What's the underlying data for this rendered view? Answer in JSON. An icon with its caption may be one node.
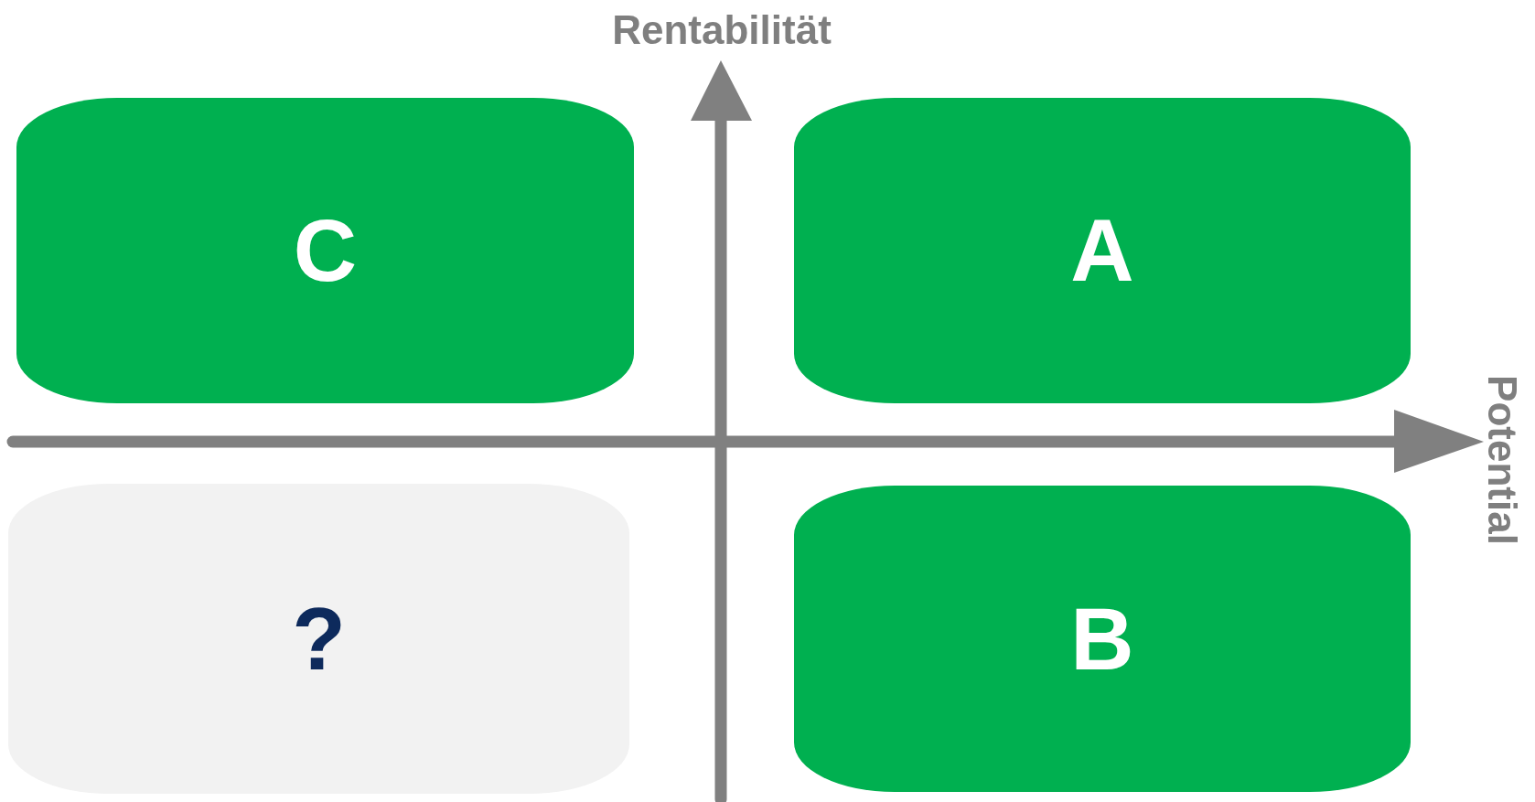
{
  "diagram": {
    "nodes": [
      {
        "text": [
          "C"
        ]
      },
      {
        "text": [
          "A"
        ]
      },
      {
        "text": [
          "?"
        ]
      },
      {
        "text": [
          "B"
        ]
      }
    ],
    "labels": [
      "Rentabilität",
      "Potential"
    ]
  }
}
